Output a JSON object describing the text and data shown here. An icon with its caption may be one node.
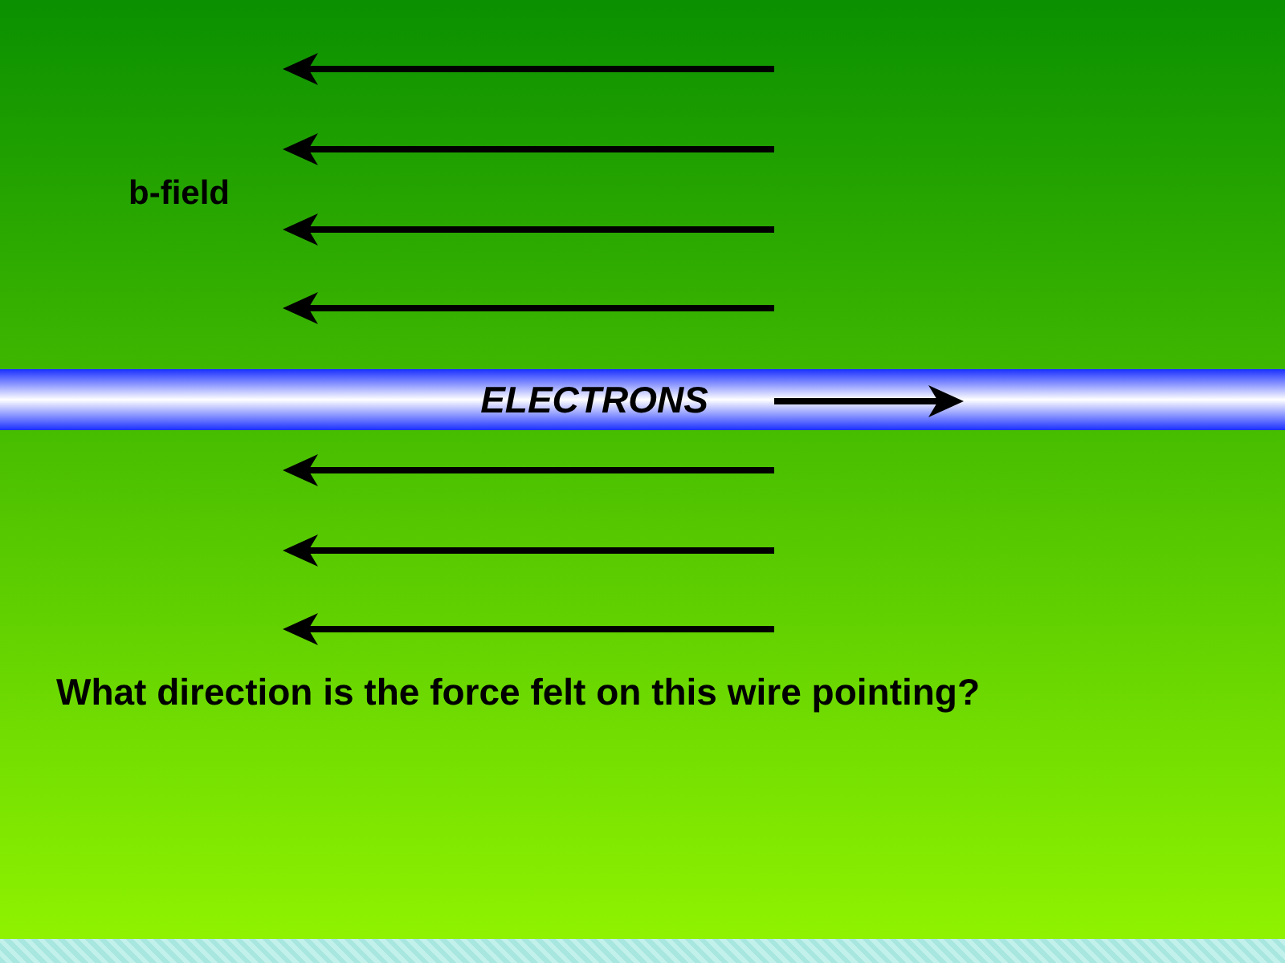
{
  "diagram": {
    "nodes": [
      {
        "text": [
          "ELECTRONS"
        ]
      }
    ],
    "labels": [
      "b-field",
      "What direction is the force felt on this wire pointing?"
    ]
  }
}
